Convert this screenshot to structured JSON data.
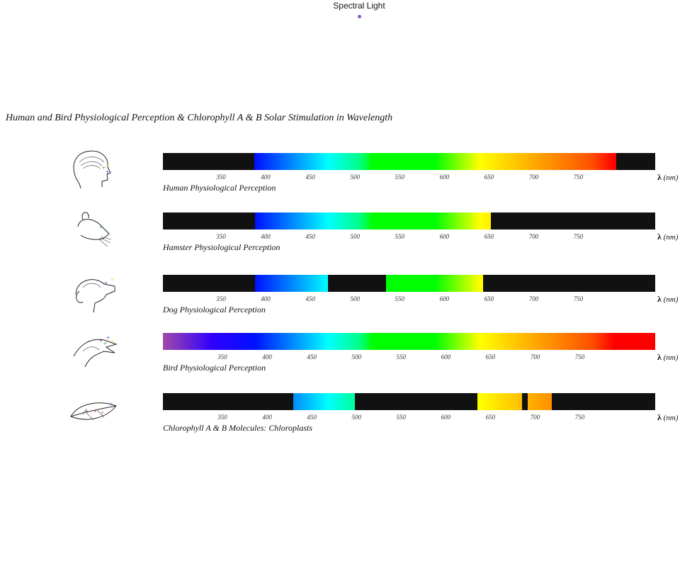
{
  "legend": {
    "title": "Spectral Light",
    "dot_color": "#8a56c8"
  },
  "title": "Human and Bird Physiological Perception & Chlorophyll A & B Solar Stimulation in Wavelength",
  "axis": {
    "min_nm": 285,
    "max_nm": 836,
    "ticks": [
      "350",
      "400",
      "450",
      "500",
      "550",
      "600",
      "650",
      "700",
      "750"
    ],
    "unit_symbol": "λ",
    "unit": "(nm)"
  },
  "spectrum_stops": [
    [
      285,
      "#a04aa8"
    ],
    [
      340,
      "#3000ff"
    ],
    [
      388,
      "#0010ff"
    ],
    [
      430,
      "#0088ff"
    ],
    [
      470,
      "#00ffff"
    ],
    [
      505,
      "#00ff88"
    ],
    [
      520,
      "#00ff00"
    ],
    [
      590,
      "#00ff00"
    ],
    [
      640,
      "#ffff00"
    ],
    [
      700,
      "#ffaa00"
    ],
    [
      765,
      "#ff5000"
    ],
    [
      790,
      "#ff0000"
    ],
    [
      836,
      "#ff0000"
    ]
  ],
  "rows": [
    {
      "label": "Human Physiological Perception",
      "icon": "human-head-icon",
      "segments": [
        [
          387,
          792
        ]
      ]
    },
    {
      "label": "Hamster Physiological Perception",
      "icon": "hamster-head-icon",
      "segments": [
        [
          388,
          652
        ]
      ]
    },
    {
      "label": "Dog Physiological Perception",
      "icon": "dog-head-icon",
      "segments": [
        [
          388,
          470
        ],
        [
          535,
          643
        ]
      ]
    },
    {
      "label": "Bird Physiological Perception",
      "icon": "bird-head-icon",
      "segments": [
        [
          285,
          836
        ]
      ]
    },
    {
      "label": "Chlorophyll A & B Molecules: Chloroplasts",
      "icon": "leaf-icon",
      "segments": [
        [
          431,
          500
        ],
        [
          637,
          687
        ],
        [
          693,
          720
        ]
      ]
    }
  ]
}
